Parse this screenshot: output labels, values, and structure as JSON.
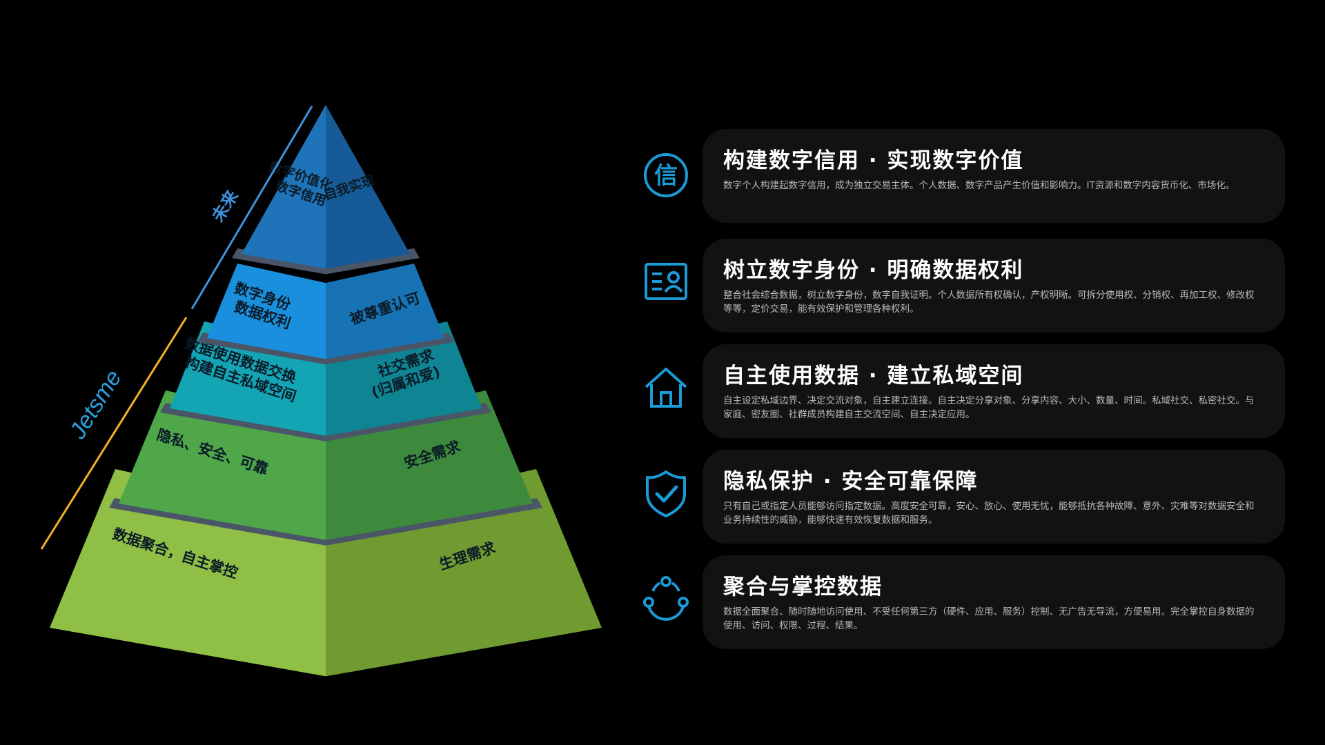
{
  "pyramid": {
    "side_labels": {
      "top": "未来",
      "bottom_brand": "Jetsme"
    },
    "layers": [
      {
        "left_lines": [
          "数字价值化",
          "数字信用"
        ],
        "right_lines": [
          "自我实现"
        ],
        "left_color": "#1f73b8",
        "right_color": "#165b97"
      },
      {
        "left_lines": [
          "数字身份",
          "数据权利"
        ],
        "right_lines": [
          "被尊重认可"
        ],
        "left_color": "#1a8fdd",
        "right_color": "#1773b3"
      },
      {
        "left_lines": [
          "数据使用数据交换",
          "构建自主私域空间"
        ],
        "right_lines": [
          "社交需求",
          "(归属和爱)"
        ],
        "left_color": "#13a5b4",
        "right_color": "#0f8593"
      },
      {
        "left_lines": [
          "隐私、安全、可靠"
        ],
        "right_lines": [
          "安全需求"
        ],
        "left_color": "#4fa74a",
        "right_color": "#3e8a3d"
      },
      {
        "left_lines": [
          "数据聚合，自主掌控"
        ],
        "right_lines": [
          "生理需求"
        ],
        "left_color": "#8fc045",
        "right_color": "#6f9b31"
      }
    ]
  },
  "cards": [
    {
      "icon": "credit-xin-icon",
      "title": "构建数字信用 · 实现数字价值",
      "desc": "数字个人构建起数字信用，成为独立交易主体。个人数据、数字产品产生价值和影响力。IT资源和数字内容货币化、市场化。"
    },
    {
      "icon": "id-card-icon",
      "title": "树立数字身份 · 明确数据权利",
      "desc": "整合社会综合数据，树立数字身份，数字自我证明。个人数据所有权确认，产权明晰。可拆分使用权、分销权、再加工权、修改权等等，定价交易，能有效保护和管理各种权利。"
    },
    {
      "icon": "home-icon",
      "title": "自主使用数据 · 建立私域空间",
      "desc": "自主设定私域边界、决定交流对象，自主建立连接。自主决定分享对象、分享内容、大小、数量、时间。私域社交、私密社交。与家庭、密友圈、社群成员构建自主交流空间、自主决定应用。"
    },
    {
      "icon": "shield-check-icon",
      "title": "隐私保护 · 安全可靠保障",
      "desc": "只有自己或指定人员能够访问指定数据。高度安全可靠，安心、放心、使用无忧，能够抵抗各种故障、意外、灾难等对数据安全和业务持续性的威胁，能够快速有效恢复数据和服务。"
    },
    {
      "icon": "network-nodes-icon",
      "title": "聚合与掌控数据",
      "desc": "数据全面聚合、随时随地访问使用、不受任何第三方（硬件、应用、服务）控制、无广告无导流，方便易用。完全掌控自身数据的使用、访问、权限、过程、结果。"
    }
  ],
  "colors": {
    "icon_accent": "#1a9ad6",
    "card_bg": "#121212",
    "future_line": "#3f93e0",
    "brand_line": "#f0b323"
  }
}
